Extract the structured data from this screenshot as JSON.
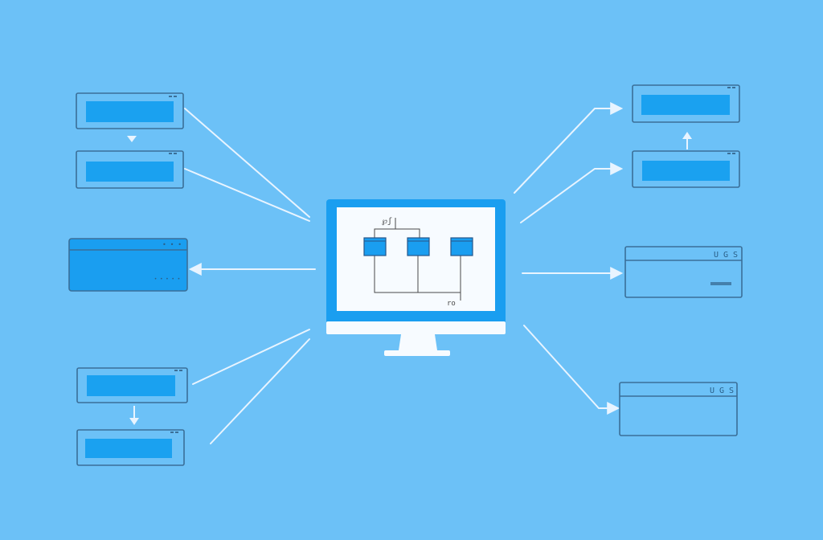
{
  "colors": {
    "background": "#6cc1f7",
    "outline": "#3b6f98",
    "bar_fill": "#1aa1f0",
    "monitor_frame": "#1a9ef0",
    "monitor_screen": "#f7fbff",
    "monitor_stand": "#f7fbff",
    "connector": "#e8f4ff",
    "node_fill": "#1a9ef0"
  },
  "left_cards": {
    "top_pair_arrow": "down",
    "bottom_pair_arrow": "down",
    "middle_card": {
      "style": "filled",
      "header_marks": "• •  •",
      "footer_marks": "• • • • •"
    }
  },
  "right_cards": {
    "top_pair_arrow": "up",
    "middle_card": {
      "header_text": "U G S"
    },
    "bottom_card": {
      "header_text": "U G S"
    }
  },
  "monitor": {
    "screen_top_label": "℘ʃ",
    "screen_bottom_label": "ro",
    "node_count": 3
  }
}
